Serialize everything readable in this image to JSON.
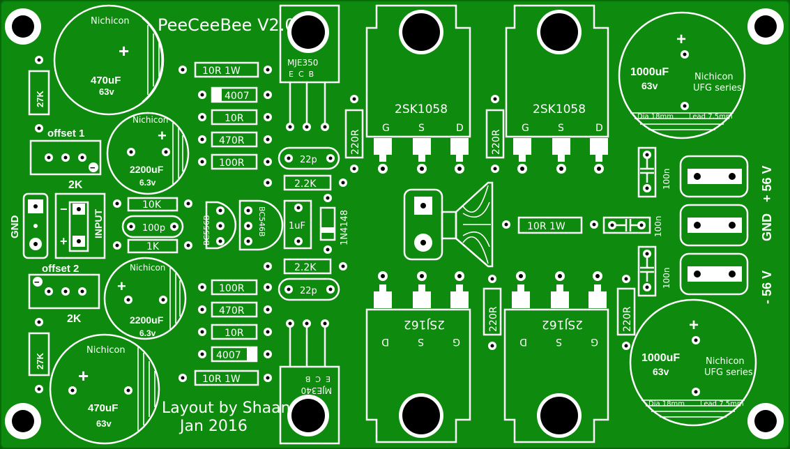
{
  "board": {
    "title": "PeeCeeBee V2.0",
    "credit_line1": "Layout by Shaan",
    "credit_line2": "Jan 2016"
  },
  "colors": {
    "board": "#0e8a0e",
    "silk": "#ffffff",
    "hole": "#000000"
  },
  "components": {
    "cap_c1": {
      "brand": "Nichicon",
      "value": "470uF",
      "voltage": "63v",
      "plus": "+"
    },
    "cap_c2": {
      "brand": "Nichicon",
      "value": "2200uF",
      "voltage": "6.3v",
      "plus": "+"
    },
    "cap_c3": {
      "brand": "Nichicon",
      "value": "2200uF",
      "voltage": "6.3v",
      "plus": "+"
    },
    "cap_c4": {
      "brand": "Nichicon",
      "value": "470uF",
      "voltage": "63v",
      "plus": "+"
    },
    "cap_c5": {
      "brand": "Nichicon",
      "series": "UFG series",
      "value": "1000uF",
      "voltage": "63v",
      "dia": "Dia 18mm",
      "lead": "Lead 7.5mm",
      "plus": "+"
    },
    "cap_c6": {
      "brand": "Nichicon",
      "series": "UFG series",
      "value": "1000uF",
      "voltage": "63v",
      "dia": "Dia 18mm",
      "lead": "Lead 7.5mm",
      "plus": "+"
    },
    "r_27k_top": "27K",
    "r_27k_bot": "27K",
    "offset1": {
      "label": "offset 1",
      "value": "2K",
      "minus": "−"
    },
    "offset2": {
      "label": "offset 2",
      "value": "2K",
      "minus": "−"
    },
    "input": {
      "gnd": "GND",
      "label": "INPUT",
      "minus": "−",
      "plus": "+"
    },
    "r_10r1w_top": "10R 1W",
    "d_4007_top": "4007",
    "r_10r_top": "10R",
    "r_470r_top": "470R",
    "r_100r_top": "100R",
    "r_10k": "10K",
    "c_100p": "100p",
    "r_1k": "1K",
    "q_bc556": "BC556B",
    "q_bc546": "BC546B",
    "c_1uf": "1uF",
    "d_1n4148": "1N4148",
    "r_100r_bot": "100R",
    "r_470r_bot": "470R",
    "r_10r_bot": "10R",
    "d_4007_bot": "4007",
    "r_10r1w_bot": "10R 1W",
    "q_mje350": {
      "name": "MJE350",
      "pins": "E  C  B"
    },
    "q_mje340": {
      "name": "MJE340",
      "pins": "E  C  B"
    },
    "c_22p_top": "22p",
    "c_22p_bot": "22p",
    "r_2k2_top": "2.2K",
    "r_2k2_bot": "2.2K",
    "r_220r_1": "220R",
    "r_220r_2": "220R",
    "r_220r_3": "220R",
    "r_220r_4": "220R",
    "mos_n1": {
      "name": "2SK1058",
      "g": "G",
      "s": "S",
      "d": "D"
    },
    "mos_n2": {
      "name": "2SK1058",
      "g": "G",
      "s": "S",
      "d": "D"
    },
    "mos_p1": {
      "name": "2SJ162",
      "g": "G",
      "s": "S",
      "d": "D"
    },
    "mos_p2": {
      "name": "2SJ162",
      "g": "G",
      "s": "S",
      "d": "D"
    },
    "r_10r1w_out": "10R 1W",
    "c_100n_1": "100n",
    "c_100n_2": "100n",
    "c_100n_3": "100n",
    "power": {
      "pos": "+ 56 V",
      "gnd": "GND",
      "neg": "- 56 V"
    }
  }
}
